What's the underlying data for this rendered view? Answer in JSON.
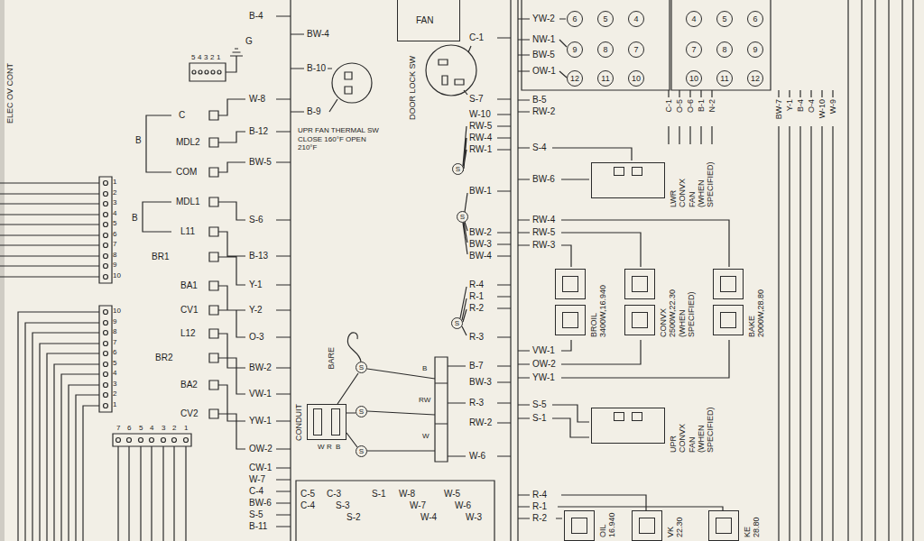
{
  "diagram": {
    "nodes": [
      {
        "text": [
          "FAN"
        ]
      },
      {
        "text": [
          "CONDUIT"
        ]
      },
      {
        "text": [
          "LWR CONVX FAN (WHEN SPECIFIED)"
        ]
      },
      {
        "text": [
          "BROIL 3400W,16.940"
        ]
      },
      {
        "text": [
          "CONVX 2500W,22.30 (WHEN SPECIFIED)"
        ]
      },
      {
        "text": [
          "BAKE 2000W,28.80"
        ]
      },
      {
        "text": [
          "UPR CONVX FAN (WHEN SPECIFIED)"
        ]
      },
      {
        "text": [
          "OIL 16.940"
        ]
      },
      {
        "text": [
          "VK 22.30"
        ]
      },
      {
        "text": [
          "KE 28.80"
        ]
      }
    ],
    "labels": [
      "ELEC OV CONT",
      "5",
      "4",
      "3",
      "2",
      "1",
      "G",
      "1",
      "2",
      "3",
      "4",
      "5",
      "6",
      "7",
      "8",
      "9",
      "10",
      "10",
      "9",
      "8",
      "7",
      "6",
      "5",
      "4",
      "3",
      "2",
      "1",
      "7",
      "6",
      "5",
      "4",
      "3",
      "2",
      "1",
      "C",
      "B",
      "MDL2",
      "COM",
      "MDL1",
      "B",
      "L11",
      "BR1",
      "BA1",
      "CV1",
      "L12",
      "BR2",
      "BA2",
      "CV2",
      "B-4",
      "W-8",
      "B-12",
      "BW-5",
      "S-6",
      "B-13",
      "Y-1",
      "Y-2",
      "O-3",
      "BW-2",
      "VW-1",
      "YW-1",
      "OW-2",
      "CW-1",
      "W-7",
      "C-4",
      "BW-6",
      "S-5",
      "B-11",
      "BW-4",
      "B-10",
      "B-9",
      "UPR FAN THERMAL SW CLOSE 160°F OPEN 210°F",
      "DOOR LOCK SW",
      "C-1",
      "S-7",
      "W-10",
      "RW-5",
      "RW-4",
      "RW-1",
      "BW-1",
      "BW-2",
      "BW-3",
      "BW-4",
      "R-4",
      "R-1",
      "R-2",
      "R-3",
      "BARE",
      "B-7",
      "BW-3",
      "R-3",
      "RW-2",
      "W-6",
      "W",
      "R",
      "B",
      "B",
      "RW",
      "W",
      "S",
      "S",
      "S",
      "S",
      "S",
      "S",
      "C-5",
      "C-4",
      "C-3",
      "S-3",
      "S-2",
      "S-1",
      "W-8",
      "W-7",
      "W-4",
      "W-5",
      "W-6",
      "W-3",
      "YW-2",
      "NW-1",
      "BW-5",
      "OW-1",
      "B-5",
      "RW-2",
      "6",
      "5",
      "4",
      "9",
      "8",
      "7",
      "12",
      "11",
      "10",
      "4",
      "5",
      "6",
      "7",
      "8",
      "9",
      "10",
      "11",
      "12",
      "C-1",
      "O-5",
      "O-6",
      "B-1",
      "N-2",
      "BW-7",
      "Y-1",
      "B-4",
      "O-4",
      "W-10",
      "W-9",
      "S-4",
      "BW-6",
      "RW-4",
      "RW-5",
      "RW-3",
      "VW-1",
      "OW-2",
      "YW-1",
      "S-5",
      "S-1",
      "R-4",
      "R-1",
      "R-2"
    ]
  }
}
